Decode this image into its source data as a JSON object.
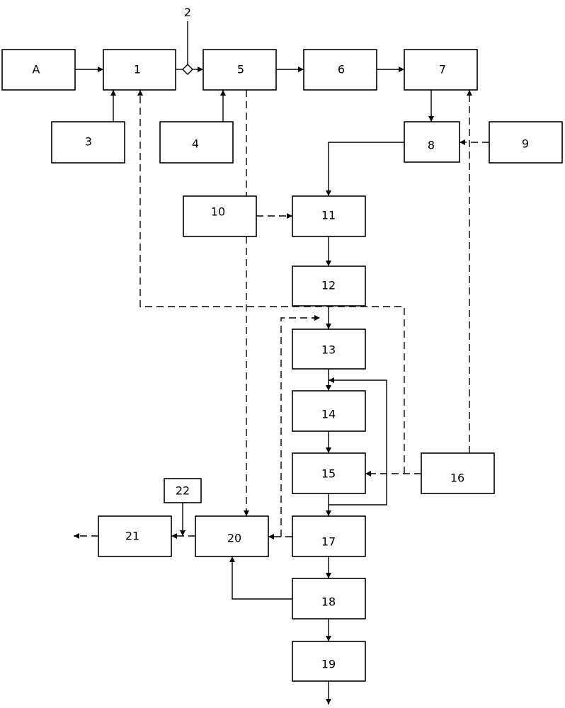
{
  "blocks": {
    "A": "A",
    "b1": "1",
    "b3": "3",
    "b4": "4",
    "b5": "5",
    "b6": "6",
    "b7": "7",
    "b8": "8",
    "b9": "9",
    "b10": "10",
    "b11": "11",
    "b12": "12",
    "b13": "13",
    "b14": "14",
    "b15": "15",
    "b16": "16",
    "b17": "17",
    "b18": "18",
    "b19": "19",
    "b20": "20",
    "b21": "21",
    "b22": "22"
  },
  "valve_label": "2"
}
